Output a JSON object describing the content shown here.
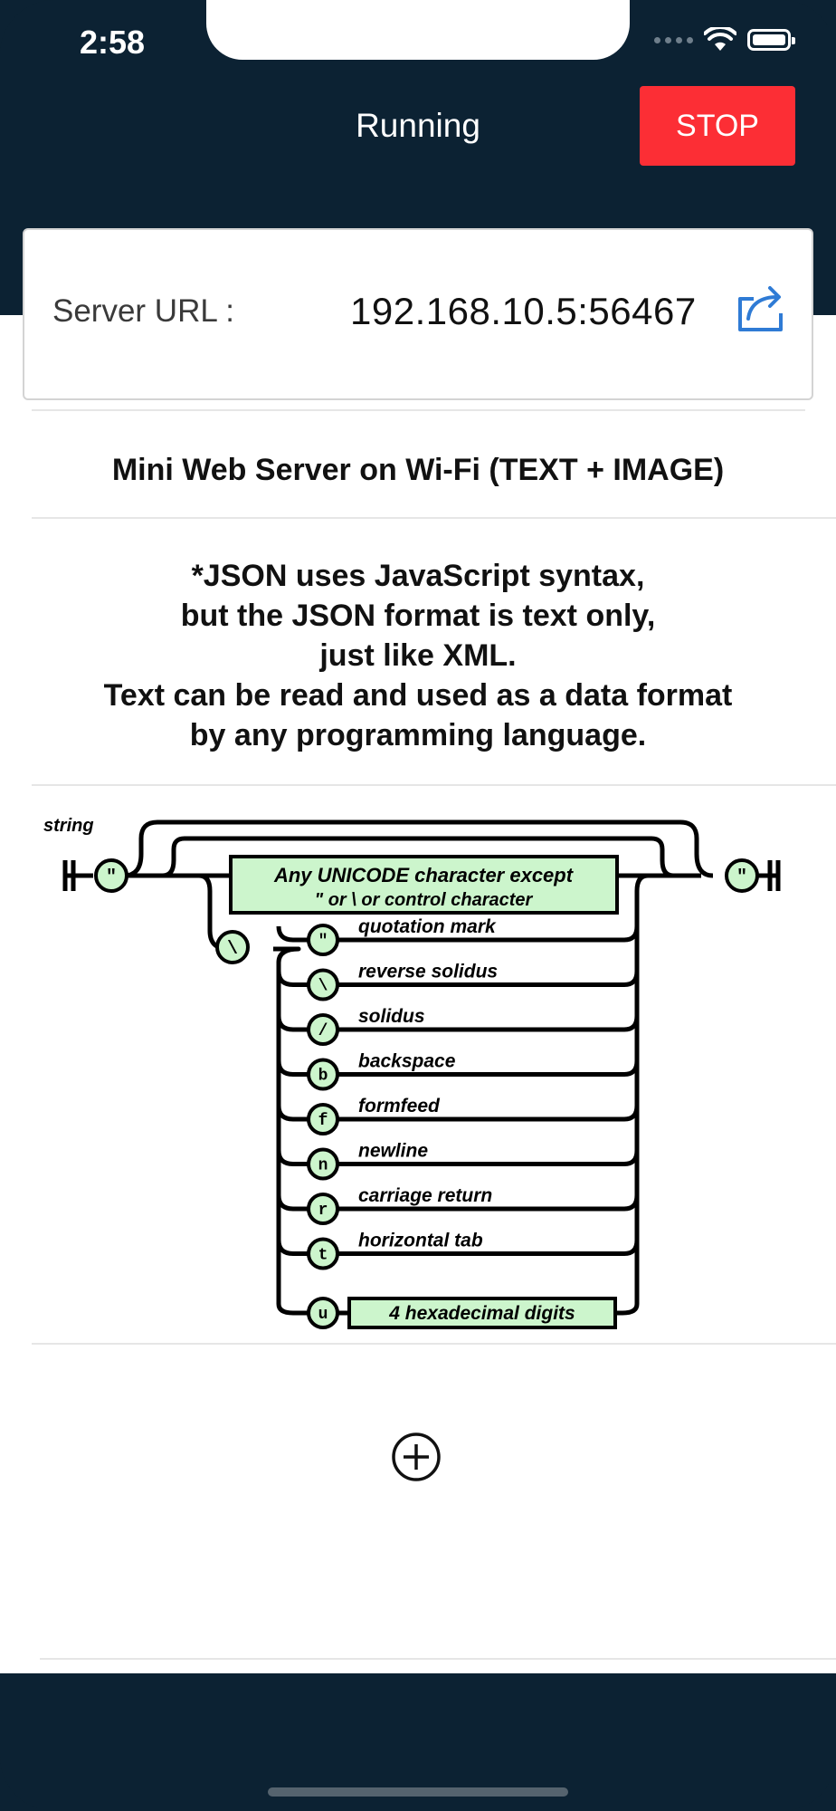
{
  "status_bar": {
    "time": "2:58"
  },
  "nav": {
    "title": "Running",
    "stop_label": "STOP"
  },
  "server": {
    "label": "Server URL :",
    "url": "192.168.10.5:56467"
  },
  "section_title": "Mini Web Server on Wi-Fi (TEXT + IMAGE)",
  "description": [
    "*JSON uses JavaScript syntax,",
    "but the JSON format is text only,",
    "just like XML.",
    "Text can be read and used as a data format",
    "by any programming language."
  ],
  "diagram": {
    "label": "string",
    "box_top_line1": "Any UNICODE character except",
    "box_top_line2": "\"  or  \\  or control character",
    "quote_symbol": "\"",
    "backslash_symbol": "\\",
    "escapes": [
      {
        "symbol": "\"",
        "label": "quotation mark"
      },
      {
        "symbol": "\\",
        "label": "reverse solidus"
      },
      {
        "symbol": "/",
        "label": "solidus"
      },
      {
        "symbol": "b",
        "label": "backspace"
      },
      {
        "symbol": "f",
        "label": "formfeed"
      },
      {
        "symbol": "n",
        "label": "newline"
      },
      {
        "symbol": "r",
        "label": "carriage return"
      },
      {
        "symbol": "t",
        "label": "horizontal tab"
      },
      {
        "symbol": "u",
        "label": "4 hexadecimal digits"
      }
    ]
  },
  "colors": {
    "nav_background": "#0c2233",
    "stop_button": "#fc2e35",
    "share_icon": "#2f7bd5",
    "diagram_fill": "#ccf5cc"
  },
  "icons": {
    "share": "share-icon",
    "add": "plus-circle-icon"
  }
}
